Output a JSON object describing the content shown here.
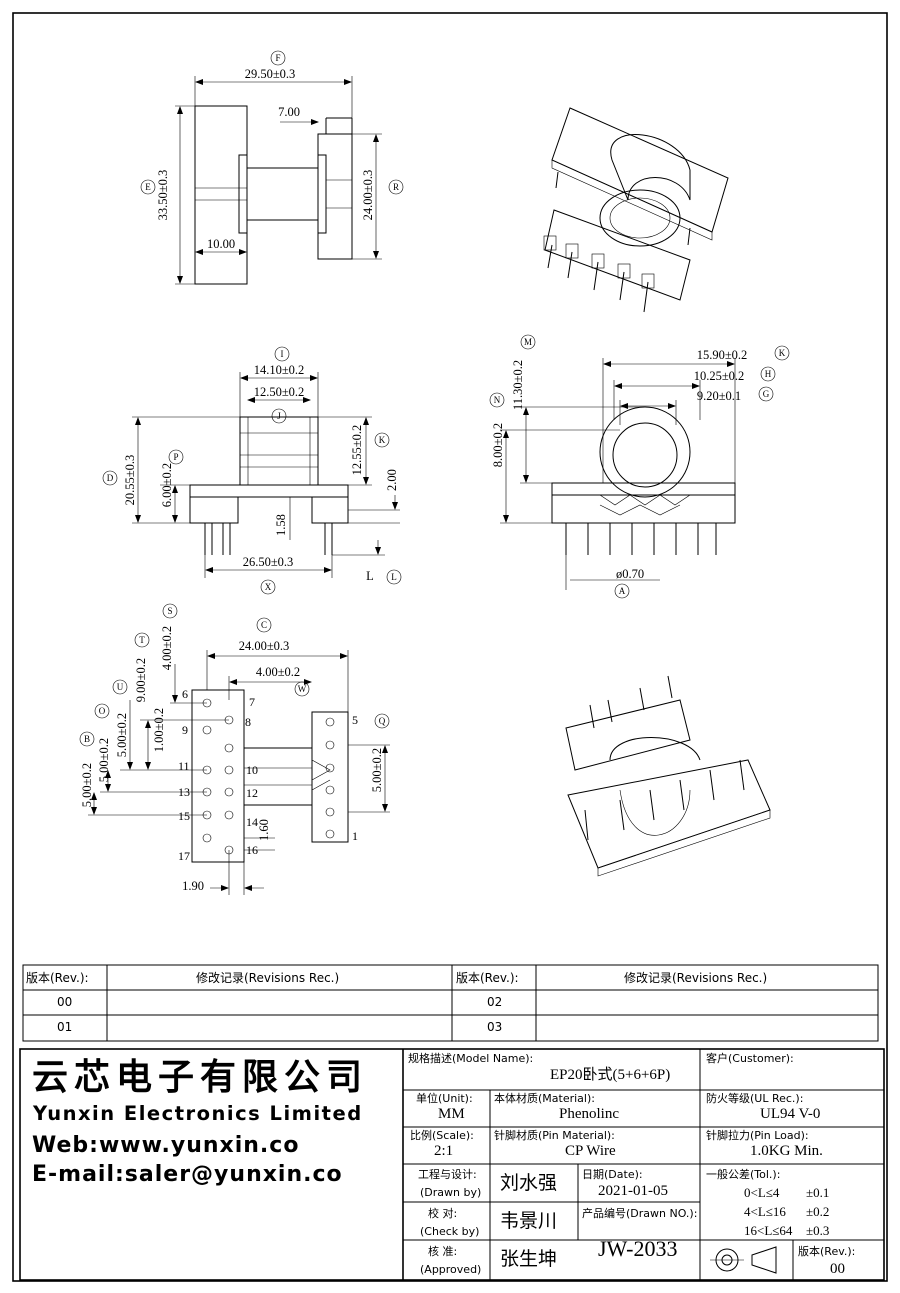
{
  "dims": {
    "F": "F",
    "dim_29_50": "29.50±0.3",
    "dim_7_00": "7.00",
    "E": "E",
    "dim_33_50": "33.50±0.3",
    "R": "R",
    "dim_24_00_r": "24.00±0.3",
    "dim_10_00": "10.00",
    "I": "I",
    "dim_14_10": "14.10±0.2",
    "dim_12_50": "12.50±0.2",
    "J": "J",
    "K": "K",
    "dim_12_55": "12.55±0.2",
    "dim_2_00": "2.00",
    "D": "D",
    "dim_20_55": "20.55±0.3",
    "P": "P",
    "dim_6_00": "6.00±0.2",
    "dim_1_58": "1.58",
    "dim_26_50": "26.50±0.3",
    "X": "X",
    "L": "L",
    "L_circ": "L",
    "M": "M",
    "dim_11_30": "11.30±0.2",
    "N": "N",
    "dim_8_00": "8.00±0.2",
    "dim_15_90": "15.90±0.2",
    "K2": "K",
    "dim_10_25": "10.25±0.2",
    "H": "H",
    "dim_9_20": "9.20±0.1",
    "G": "G",
    "dim_0_70": "ø0.70",
    "A": "A",
    "S": "S",
    "dim_4_00_s": "4.00±0.2",
    "C": "C",
    "dim_24_00_c": "24.00±0.3",
    "T": "T",
    "dim_9_00": "9.00±0.2",
    "dim_4_00_w": "4.00±0.2",
    "W": "W",
    "U": "U",
    "dim_1_00": "1.00±0.2",
    "O": "O",
    "dim_5_00_o": "5.00±0.2",
    "B": "B",
    "dim_5_00_b": "5.00±0.2",
    "dim_5_00_bb": "5.00±0.2",
    "dim_1_60": "1.60",
    "dim_1_90": "1.90",
    "Q": "Q",
    "dim_5_00_q": "5.00±0.2"
  },
  "pins": {
    "p1": "1",
    "p5": "5",
    "p6": "6",
    "p7": "7",
    "p8": "8",
    "p9": "9",
    "p10": "10",
    "p11": "11",
    "p12": "12",
    "p13": "13",
    "p14": "14",
    "p15": "15",
    "p16": "16",
    "p17": "17"
  },
  "revisions": {
    "rev_h1": "版本(Rev.):",
    "rec_h1": "修改记录(Revisions Rec.)",
    "rev_h2": "版本(Rev.):",
    "rec_h2": "修改记录(Revisions Rec.)",
    "r00": "00",
    "r02": "02",
    "r01": "01",
    "r03": "03"
  },
  "company": {
    "cn": "云芯电子有限公司",
    "en": "Yunxin Electronics Limited",
    "web": "Web:www.yunxin.co",
    "email": "E-mail:saler@yunxin.co"
  },
  "title_block": {
    "model_label": "规格描述(Model Name):",
    "model": "EP20卧式(5+6+6P)",
    "customer_label": "客户(Customer):",
    "unit_label": "单位(Unit):",
    "unit": "MM",
    "material_label": "本体材质(Material):",
    "material": "Phenolinc",
    "ul_label": "防火等级(UL Rec.):",
    "ul": "UL94 V-0",
    "scale_label": "比例(Scale):",
    "scale": "2:1",
    "pin_mat_label": "针脚材质(Pin Material):",
    "pin_mat": "CP Wire",
    "pin_load_label": "针脚拉力(Pin Load):",
    "pin_load": "1.0KG Min.",
    "drawn_label_cn": "工程与设计:",
    "drawn_label_en": "(Drawn by)",
    "drawn": "刘水强",
    "date_label": "日期(Date):",
    "date": "2021-01-05",
    "tol_label": "一般公差(Tol.):",
    "tol1": "0<L≤4",
    "tol1v": "±0.1",
    "tol2": "4<L≤16",
    "tol2v": "±0.2",
    "tol3": "16<L≤64",
    "tol3v": "±0.3",
    "check_label_cn": "校  对:",
    "check_label_en": "(Check by)",
    "check": "韦景川",
    "drawn_no_label": "产品编号(Drawn NO.):",
    "drawn_no": "JW-2033",
    "approved_label_cn": "核  准:",
    "approved_label_en": "(Approved)",
    "approved": "张生坤",
    "rev_label": "版本(Rev.):",
    "rev": "00"
  }
}
